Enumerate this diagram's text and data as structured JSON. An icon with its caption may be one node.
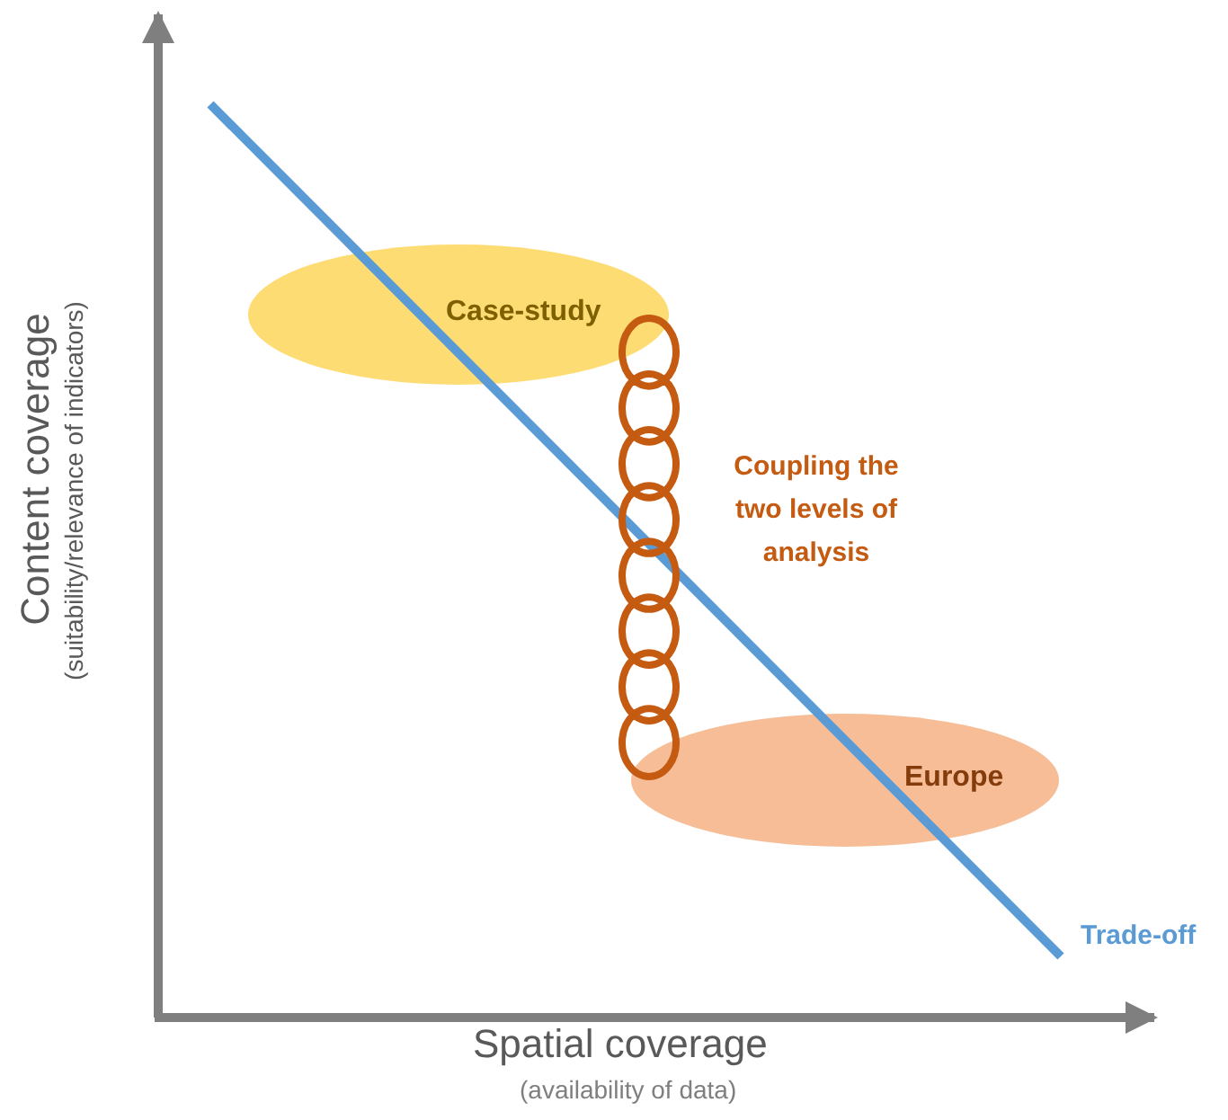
{
  "diagram": {
    "nodes": [
      {
        "text": [
          "Case-study"
        ]
      },
      {
        "text": [
          "Europe"
        ]
      }
    ],
    "edges": [
      {
        "from": 0,
        "to": 1,
        "arrow": "none",
        "label": "Coupling the two levels of analysis"
      }
    ],
    "labels": [
      "Content coverage",
      "(suitability/relevance of indicators)",
      "Trade-off",
      "Spatial coverage",
      "(availability of data)"
    ]
  }
}
